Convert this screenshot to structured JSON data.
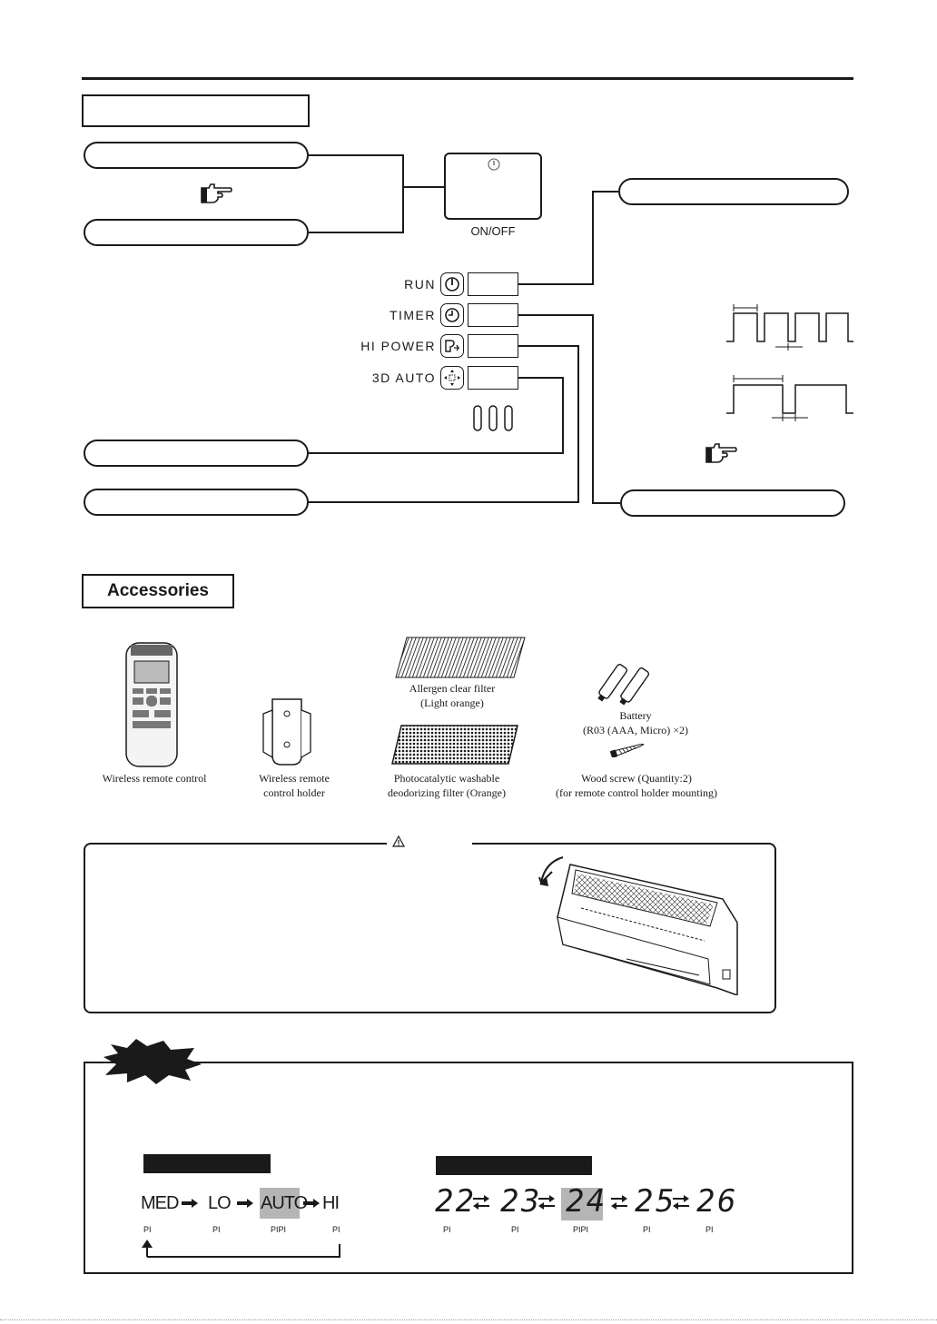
{
  "operation_section": {
    "onoff_label": "ON/OFF",
    "indicators": [
      {
        "label": "RUN",
        "icon": "power-icon"
      },
      {
        "label": "TIMER",
        "icon": "clock-icon"
      },
      {
        "label": "HI POWER",
        "icon": "hi-power-icon"
      },
      {
        "label": "3D AUTO",
        "icon": "3d-auto-icon"
      }
    ]
  },
  "accessories": {
    "title": "Accessories",
    "items": [
      {
        "caption": "Wireless remote control"
      },
      {
        "caption": "Wireless remote\ncontrol holder"
      },
      {
        "caption_top": "Allergen clear filter\n(Light orange)",
        "caption": "Photocatalytic washable\ndeodorizing filter (Orange)"
      },
      {
        "caption_top": "Battery\n(R03 (AAA, Micro) ×2)",
        "caption": "Wood screw (Quantity:2)\n(for remote control holder mounting)"
      }
    ]
  },
  "fan_sequence": {
    "items": [
      "MED",
      "LO",
      "AUTO",
      "HI"
    ],
    "beeps": [
      "PI",
      "PI",
      "PIPI",
      "PI"
    ],
    "highlight": "AUTO"
  },
  "temp_sequence": {
    "items": [
      "22",
      "23",
      "24",
      "25",
      "26"
    ],
    "beeps": [
      "PI",
      "PI",
      "PIPI",
      "PI",
      "PI"
    ],
    "highlight": "24"
  },
  "colors": {
    "ink": "#1a1a1a",
    "highlight": "#b5b5b5"
  }
}
